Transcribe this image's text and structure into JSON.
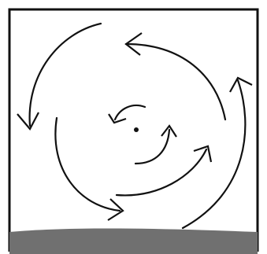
{
  "diagram": {
    "colors": {
      "stroke": "#111111",
      "background": "#ffffff",
      "ground": "#707070"
    },
    "elements": [
      "frame",
      "ground-band",
      "center-dot",
      "outer-arc-left-arrow",
      "outer-arc-top-arrow",
      "outer-arc-right-arrow",
      "outer-arc-bottom-right",
      "middle-arc-lower-arrow",
      "middle-arc-right-arrow",
      "inner-arc-upper-arrow",
      "inner-arc-lower-arrow"
    ]
  }
}
